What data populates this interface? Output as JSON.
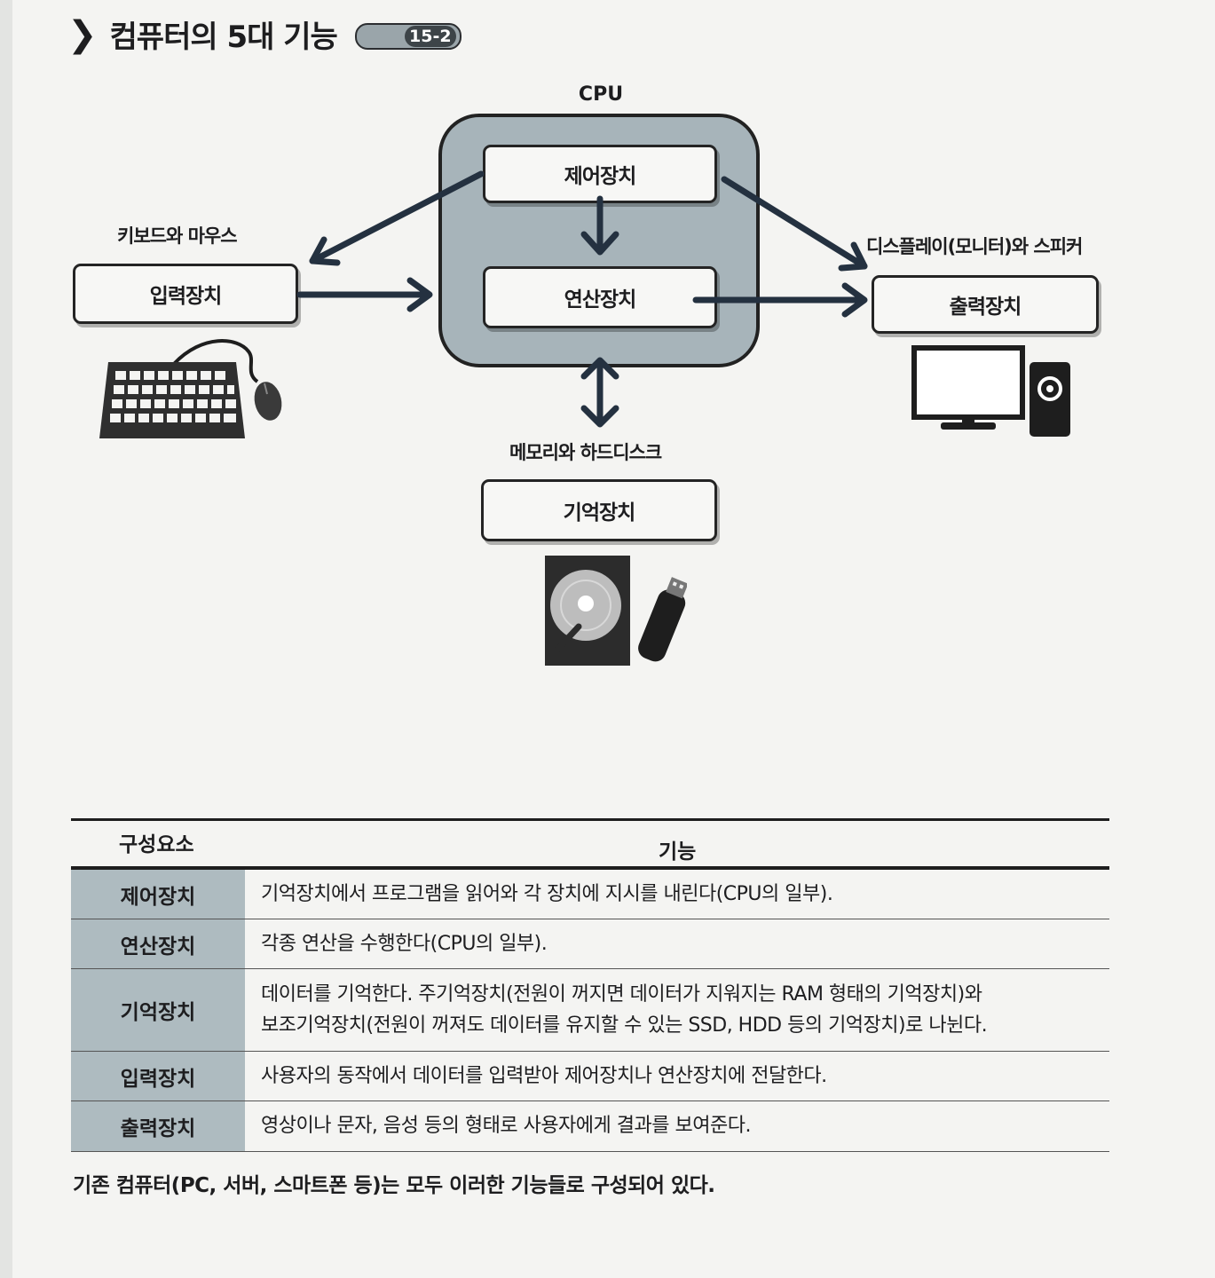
{
  "heading": {
    "chevron": "❯",
    "title": "컴퓨터의 5대 기능",
    "badge": "15-2"
  },
  "diagram": {
    "cpu": {
      "label": "CPU",
      "control_unit": "제어장치",
      "alu": "연산장치"
    },
    "input": {
      "caption": "키보드와 마우스",
      "box": "입력장치",
      "icon": "keyboard-mouse-icon"
    },
    "output": {
      "caption": "디스플레이(모니터)와 스피커",
      "box": "출력장치",
      "icon": "monitor-speaker-icon"
    },
    "storage": {
      "caption": "메모리와 하드디스크",
      "box": "기억장치",
      "icon": "hdd-usb-icon"
    },
    "colors": {
      "cpu_fill": "#a7b4ba",
      "arrow": "#243140",
      "box_fill": "#f7f7f5"
    }
  },
  "table": {
    "headers": [
      "구성요소",
      "기능"
    ],
    "rows": [
      {
        "name": "제어장치",
        "lines": [
          "기억장치에서 프로그램을 읽어와 각 장치에 지시를 내린다(CPU의 일부)."
        ]
      },
      {
        "name": "연산장치",
        "lines": [
          "각종 연산을 수행한다(CPU의 일부)."
        ]
      },
      {
        "name": "기억장치",
        "lines": [
          "데이터를 기억한다. 주기억장치(전원이 꺼지면 데이터가 지워지는 RAM 형태의 기억장치)와",
          "보조기억장치(전원이 꺼져도 데이터를 유지할 수 있는 SSD, HDD 등의 기억장치)로 나뉜다."
        ]
      },
      {
        "name": "입력장치",
        "lines": [
          "사용자의 동작에서 데이터를 입력받아 제어장치나 연산장치에 전달한다."
        ]
      },
      {
        "name": "출력장치",
        "lines": [
          "영상이나 문자, 음성 등의 형태로 사용자에게 결과를 보여준다."
        ]
      }
    ]
  },
  "footnote": "기존 컴퓨터(PC, 서버, 스마트폰 등)는 모두 이러한 기능들로 구성되어 있다."
}
